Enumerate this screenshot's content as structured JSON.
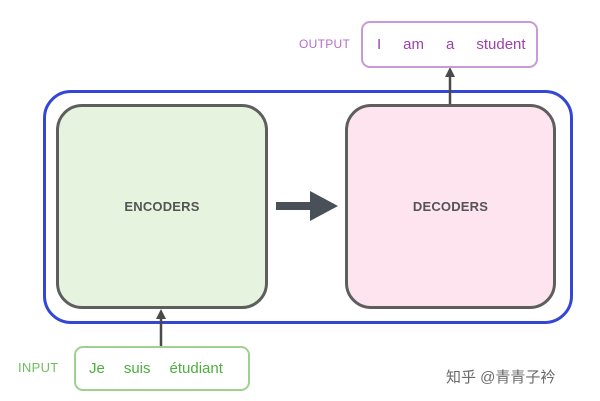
{
  "diagram": {
    "encoders_label": "ENCODERS",
    "decoders_label": "DECODERS",
    "input": {
      "label": "INPUT",
      "words": [
        "Je",
        "suis",
        "étudiant"
      ]
    },
    "output": {
      "label": "OUTPUT",
      "words": [
        "I",
        "am",
        "a",
        "student"
      ]
    },
    "watermark": "知乎 @青青子衿"
  },
  "colors": {
    "container_border": "#3346d6",
    "encoders_fill": "#e6f4df",
    "decoders_fill": "#fde4ef",
    "block_border": "#5e5e5e",
    "input_text": "#4caf3f",
    "output_text": "#a040b0"
  }
}
